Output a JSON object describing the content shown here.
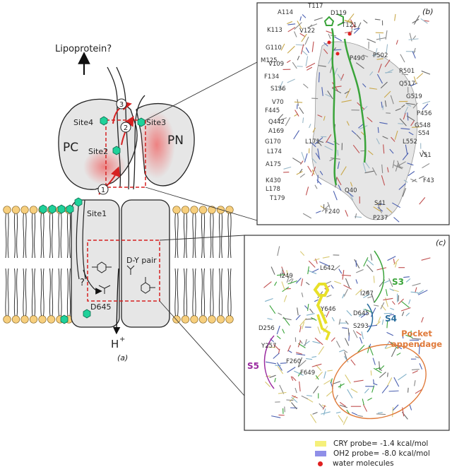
{
  "panel_a": {
    "label": "(a)",
    "lipoprotein": "Lipoprotein?",
    "pc": "PC",
    "pn": "PN",
    "site1": "Site1",
    "site2": "Site2",
    "site3": "Site3",
    "site4": "Site4",
    "step1": "1",
    "step2": "2",
    "step3": "3",
    "dy_pair": "D-Y pair",
    "d645": "D645",
    "question": "?",
    "proton": "H",
    "proton_sup": "+"
  },
  "panel_b": {
    "label": "(b)",
    "residues": [
      "A114",
      "T117",
      "D119",
      "K113",
      "V122",
      "T121",
      "G110",
      "M125",
      "P490",
      "P502",
      "V109",
      "R501",
      "F134",
      "Q517",
      "S136",
      "G519",
      "V70",
      "F445",
      "P456",
      "Q442",
      "G548",
      "A169",
      "S54",
      "G170",
      "L171",
      "L552",
      "L174",
      "V51",
      "A175",
      "K430",
      "Q40",
      "L178",
      "F43",
      "T179",
      "F240",
      "S41",
      "P237"
    ]
  },
  "panel_c": {
    "label": "(c)",
    "residues": [
      "I249",
      "L642",
      "I297",
      "Y646",
      "D645",
      "D256",
      "S293",
      "Y257",
      "F260",
      "F649"
    ],
    "s3": "S3",
    "s4": "S4",
    "s5": "S5",
    "pocket_line1": "Pocket",
    "pocket_line2": "appendage"
  },
  "legend": {
    "items": [
      {
        "label": "CRY probe= -1.4 kcal/mol",
        "color": "#f5f07a"
      },
      {
        "label": "OH2 probe= -8.0 kcal/mol",
        "color": "#8f8fe8"
      },
      {
        "label": "water molecules",
        "color": "#e02020"
      }
    ]
  },
  "colors": {
    "head": "#f7cf7e",
    "site_marker": "#1fd19a",
    "arrow": "#d62020",
    "s3": "#3aa43a",
    "s4": "#2a6e9e",
    "s5": "#9a2aa0",
    "pocket": "#e07a3a"
  }
}
